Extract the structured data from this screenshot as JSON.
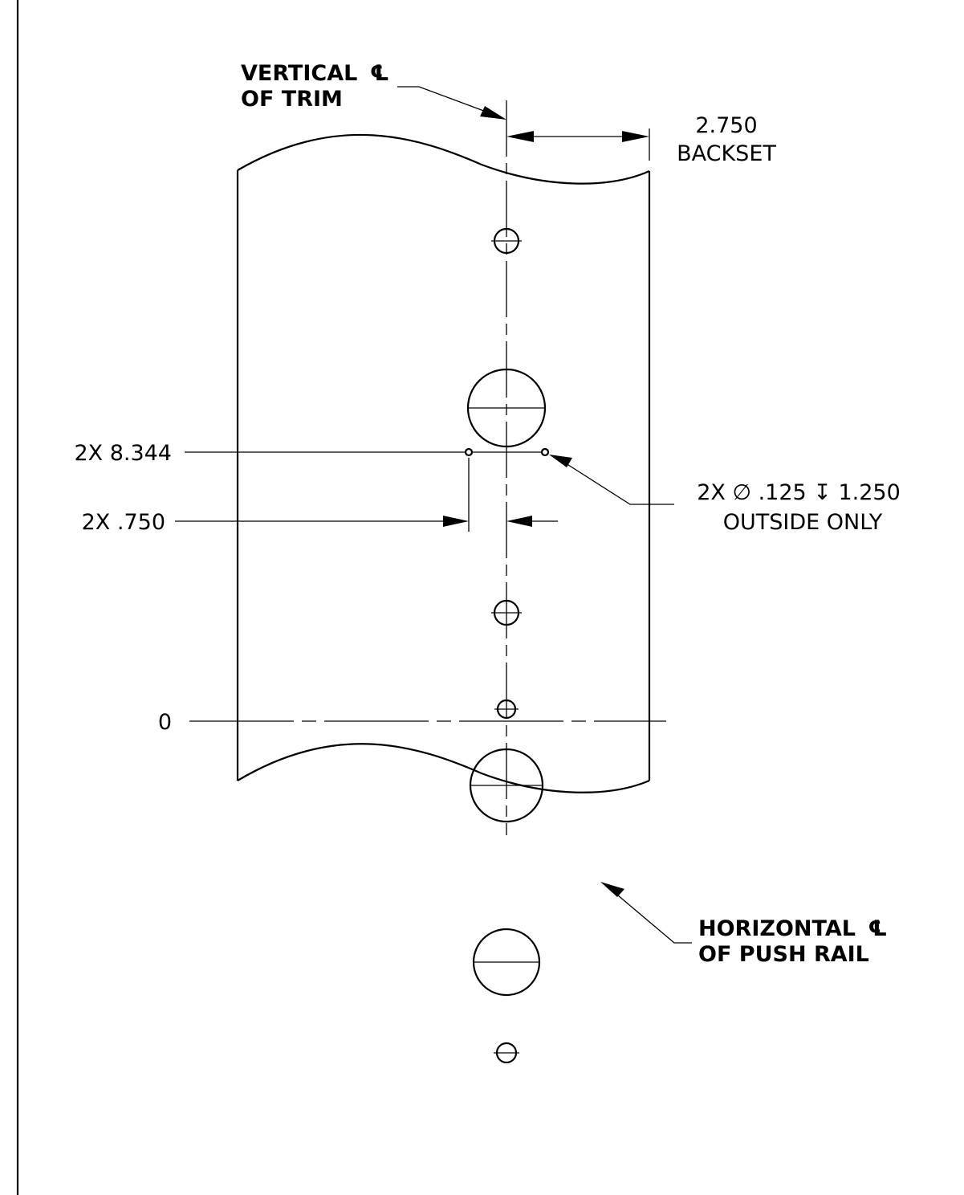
{
  "vertical_centerline_label": {
    "line1": "VERTICAL",
    "line2": "OF TRIM"
  },
  "horizontal_centerline_label": {
    "line1": "HORIZONTAL",
    "line2": "OF PUSH RAIL"
  },
  "centerline_symbol": "℄",
  "backset_dimension": {
    "value": "2.750",
    "label": "BACKSET"
  },
  "hole_callout": {
    "line1": "2X ∅ .125 ↧ 1.250",
    "line2": "OUTSIDE ONLY"
  },
  "ordinate_dimensions": {
    "upper": "2X 8.344",
    "offset": "2X .750",
    "zero": "0"
  },
  "colors": {
    "line": "#000000",
    "background": "#ffffff"
  }
}
